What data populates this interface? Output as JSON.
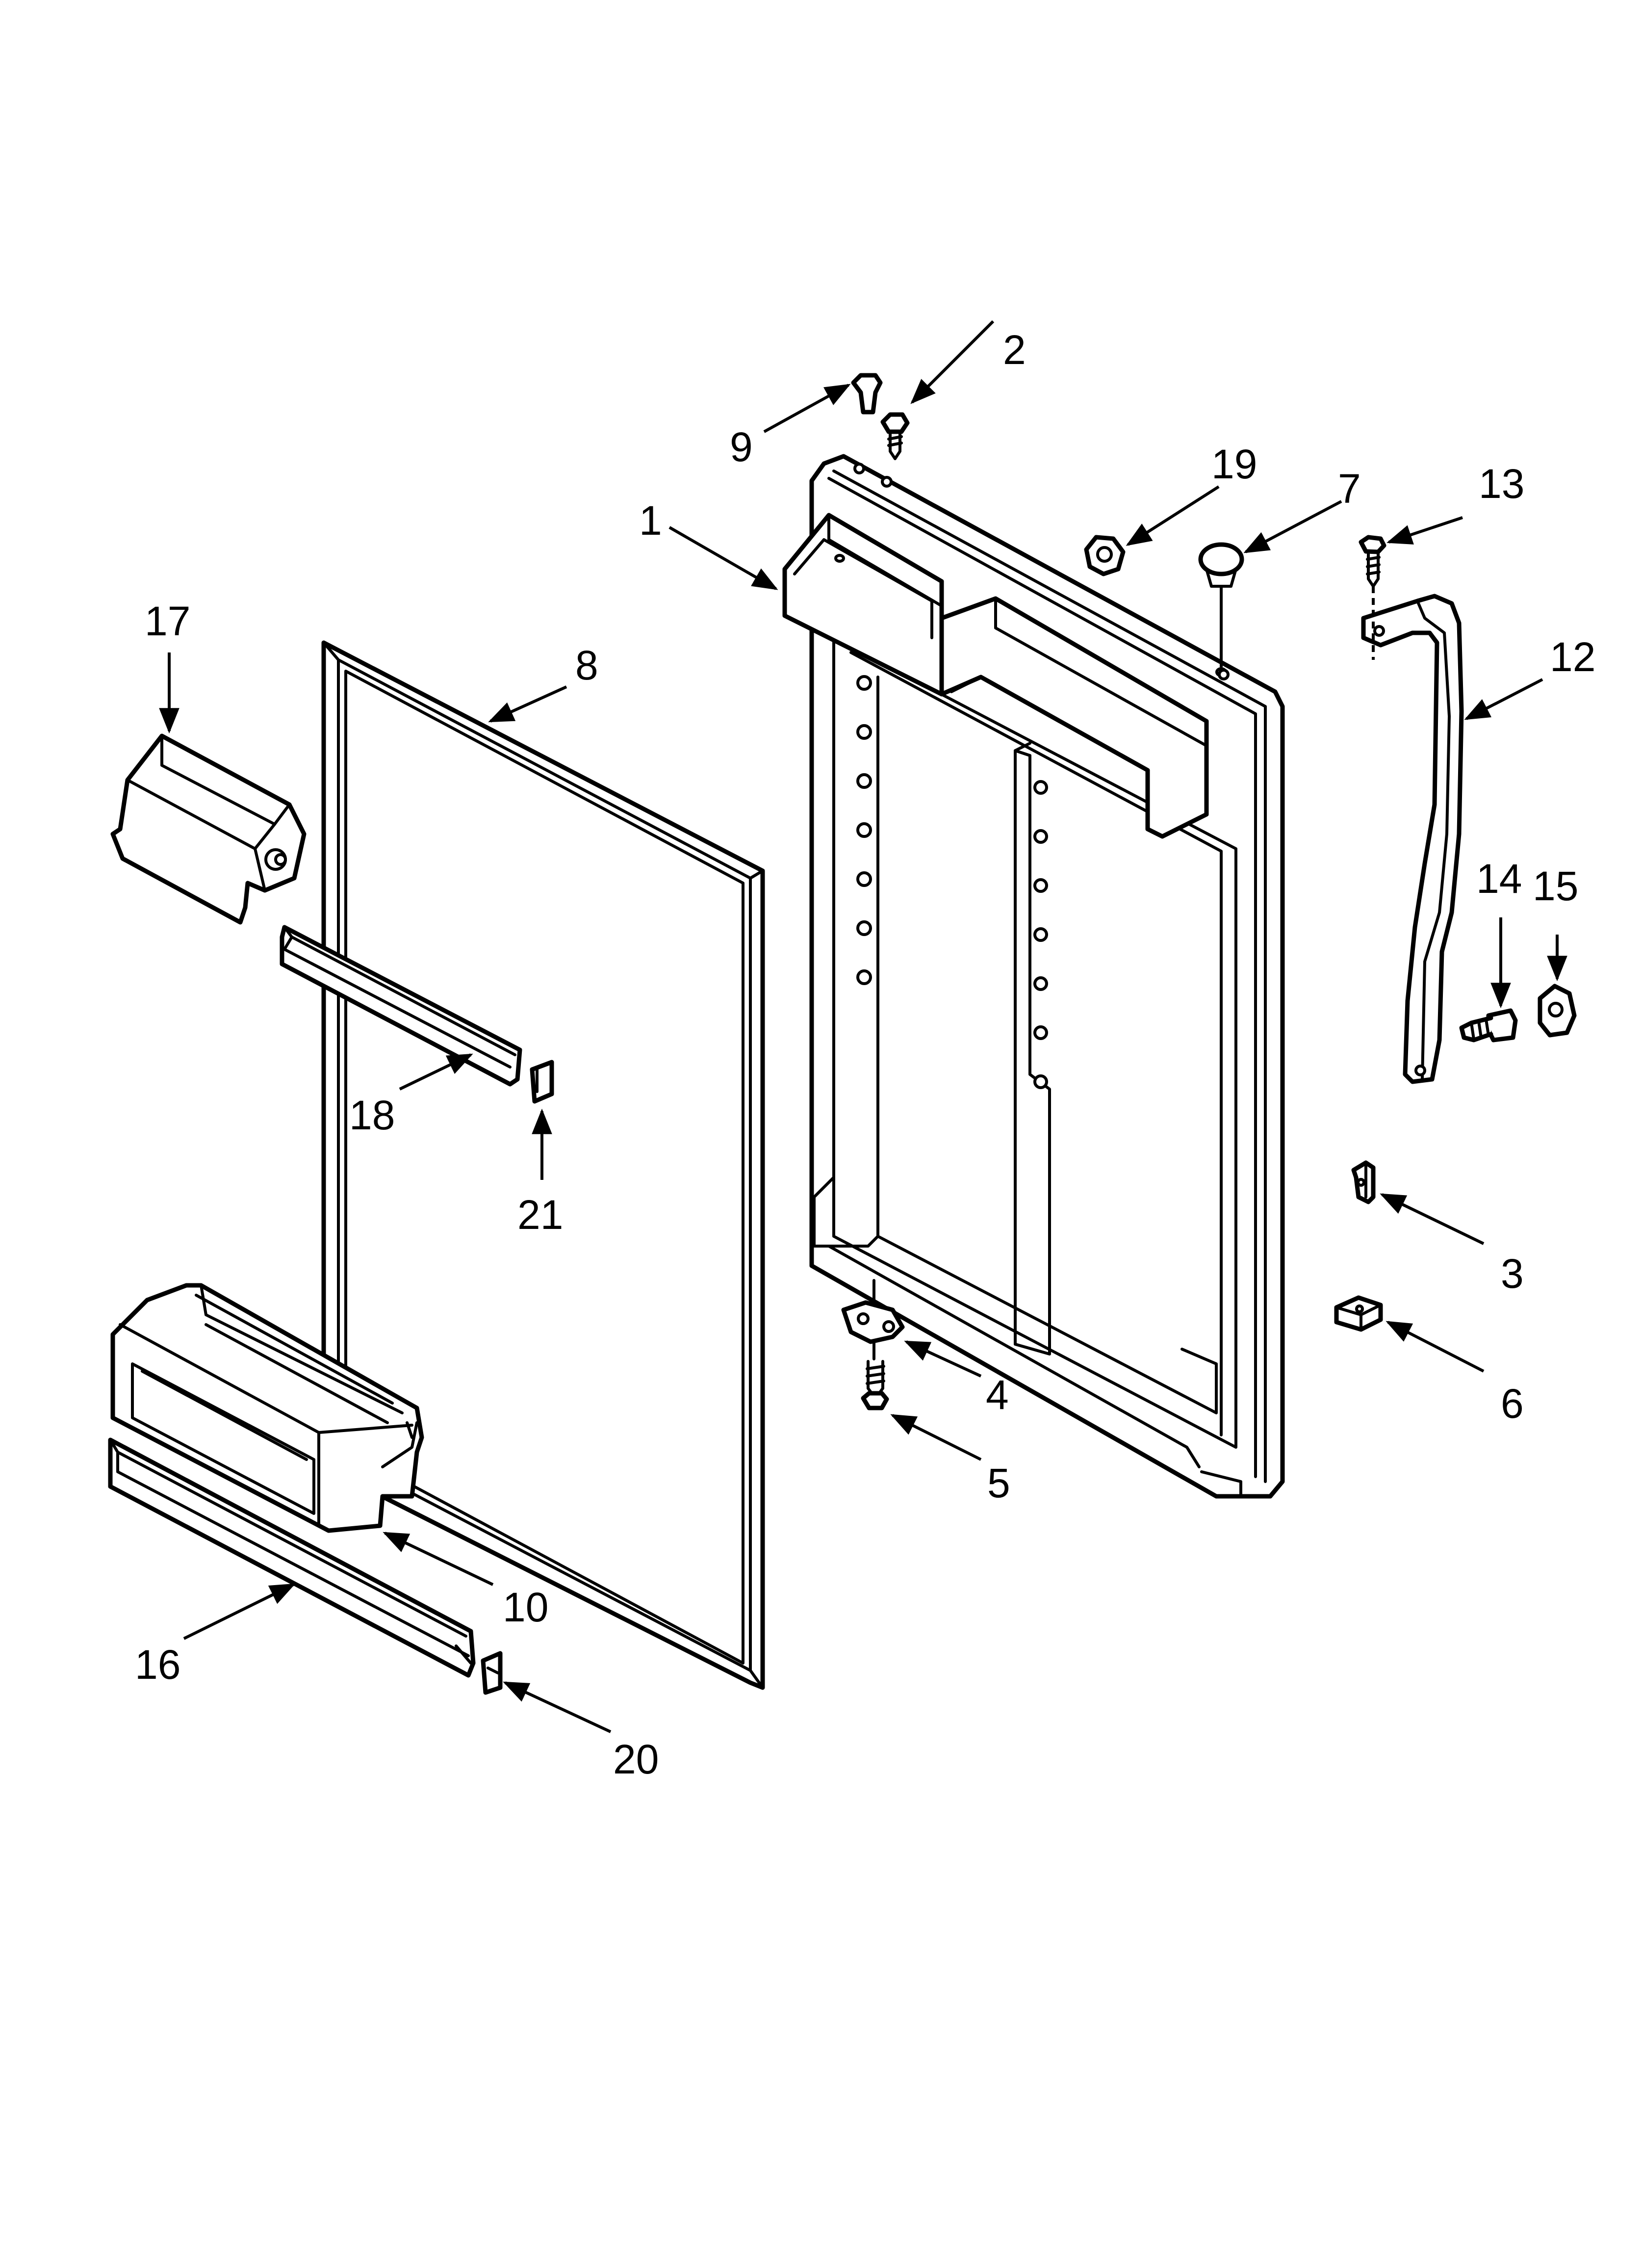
{
  "diagram": {
    "type": "exploded-parts-diagram",
    "colors": {
      "line": "#000000",
      "background": "#ffffff"
    },
    "callouts": [
      {
        "id": "1",
        "text": "1"
      },
      {
        "id": "2",
        "text": "2"
      },
      {
        "id": "3",
        "text": "3"
      },
      {
        "id": "4",
        "text": "4"
      },
      {
        "id": "5",
        "text": "5"
      },
      {
        "id": "6",
        "text": "6"
      },
      {
        "id": "7",
        "text": "7"
      },
      {
        "id": "8",
        "text": "8"
      },
      {
        "id": "9",
        "text": "9"
      },
      {
        "id": "10",
        "text": "10"
      },
      {
        "id": "12",
        "text": "12"
      },
      {
        "id": "13",
        "text": "13"
      },
      {
        "id": "14",
        "text": "14"
      },
      {
        "id": "15",
        "text": "15"
      },
      {
        "id": "16",
        "text": "16"
      },
      {
        "id": "17",
        "text": "17"
      },
      {
        "id": "18",
        "text": "18"
      },
      {
        "id": "19",
        "text": "19"
      },
      {
        "id": "20",
        "text": "20"
      },
      {
        "id": "21",
        "text": "21"
      }
    ]
  }
}
